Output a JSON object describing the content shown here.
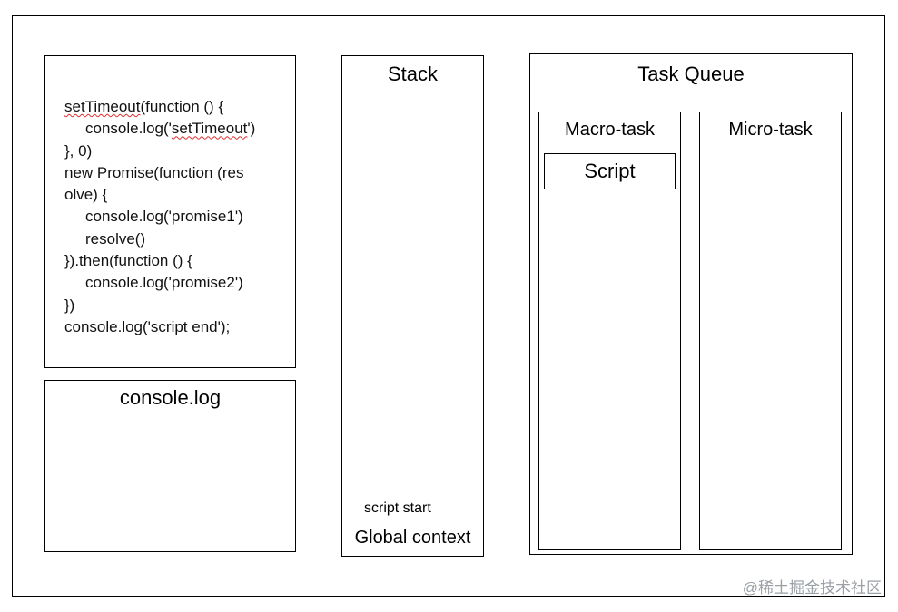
{
  "code": {
    "lines": [
      {
        "text": "setTimeout(function () {",
        "indent": false
      },
      {
        "text": "console.log('setTimeout')",
        "indent": true
      },
      {
        "text": "}, 0)",
        "indent": false
      },
      {
        "text": "new Promise(function (res",
        "indent": false
      },
      {
        "text": "olve) {",
        "indent": false
      },
      {
        "text": "console.log('promise1')",
        "indent": true
      },
      {
        "text": "resolve()",
        "indent": true
      },
      {
        "text": "}).then(function () {",
        "indent": false
      },
      {
        "text": "console.log('promise2')",
        "indent": true
      },
      {
        "text": "})",
        "indent": false
      },
      {
        "text": "console.log('script end');",
        "indent": false
      }
    ]
  },
  "console_panel": {
    "title": "console.log"
  },
  "stack": {
    "title": "Stack",
    "frames": [
      "script start",
      "Global context"
    ]
  },
  "task_queue": {
    "title": "Task Queue",
    "macro_title": "Macro-task",
    "macro_items": [
      "Script"
    ],
    "micro_title": "Micro-task"
  },
  "watermark": "@稀土掘金技术社区"
}
